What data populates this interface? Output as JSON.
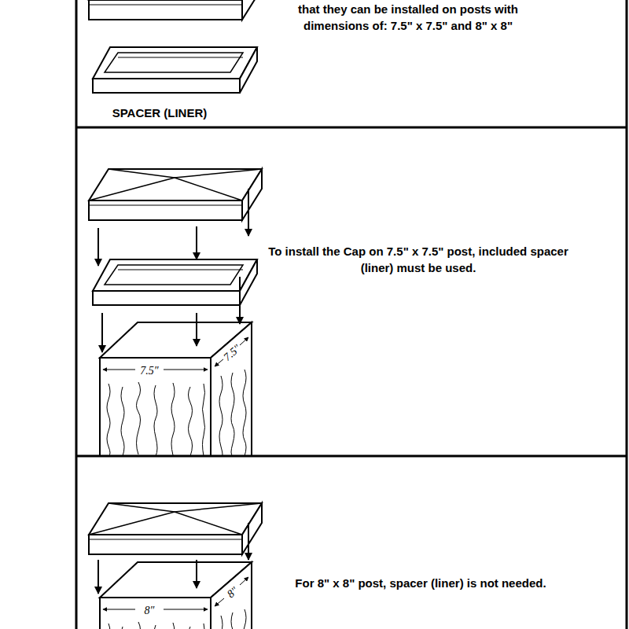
{
  "diagram": {
    "labels": [
      "that they can be installed on posts with dimensions of: 7.5\" x 7.5\" and 8\" x 8\"",
      "SPACER (LINER)",
      "To install the Cap on 7.5\" x 7.5\" post, included spacer (liner) must be used.",
      "7.5″",
      "7.5″",
      "For 8\" x 8\" post, spacer (liner) is not needed.",
      "8″",
      "8″"
    ]
  }
}
